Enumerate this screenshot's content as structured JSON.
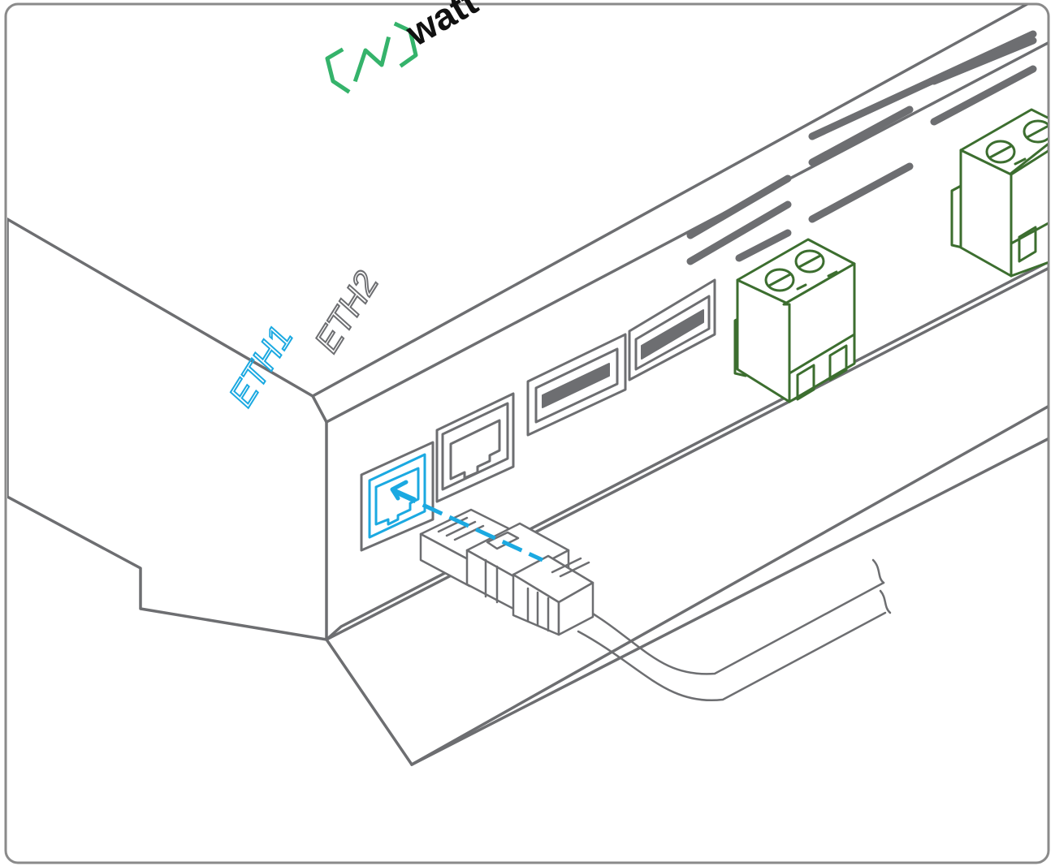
{
  "figure": {
    "brand_text": "watt",
    "port_labels": [
      "ETH1",
      "ETH2"
    ],
    "colors": {
      "outline": "#6d6e71",
      "frame": "#8a8a8a",
      "highlight": "#1ba9e1",
      "brand_logo": "#35b36b",
      "terminal": "#3c6e2f",
      "terminal_fill": "#ffffff",
      "vent": "#6d6e71",
      "usb_slot": "#6d6e71"
    },
    "icons": {
      "logo": "brand-logo-icon",
      "arrow": "insert-arrow-icon"
    }
  }
}
